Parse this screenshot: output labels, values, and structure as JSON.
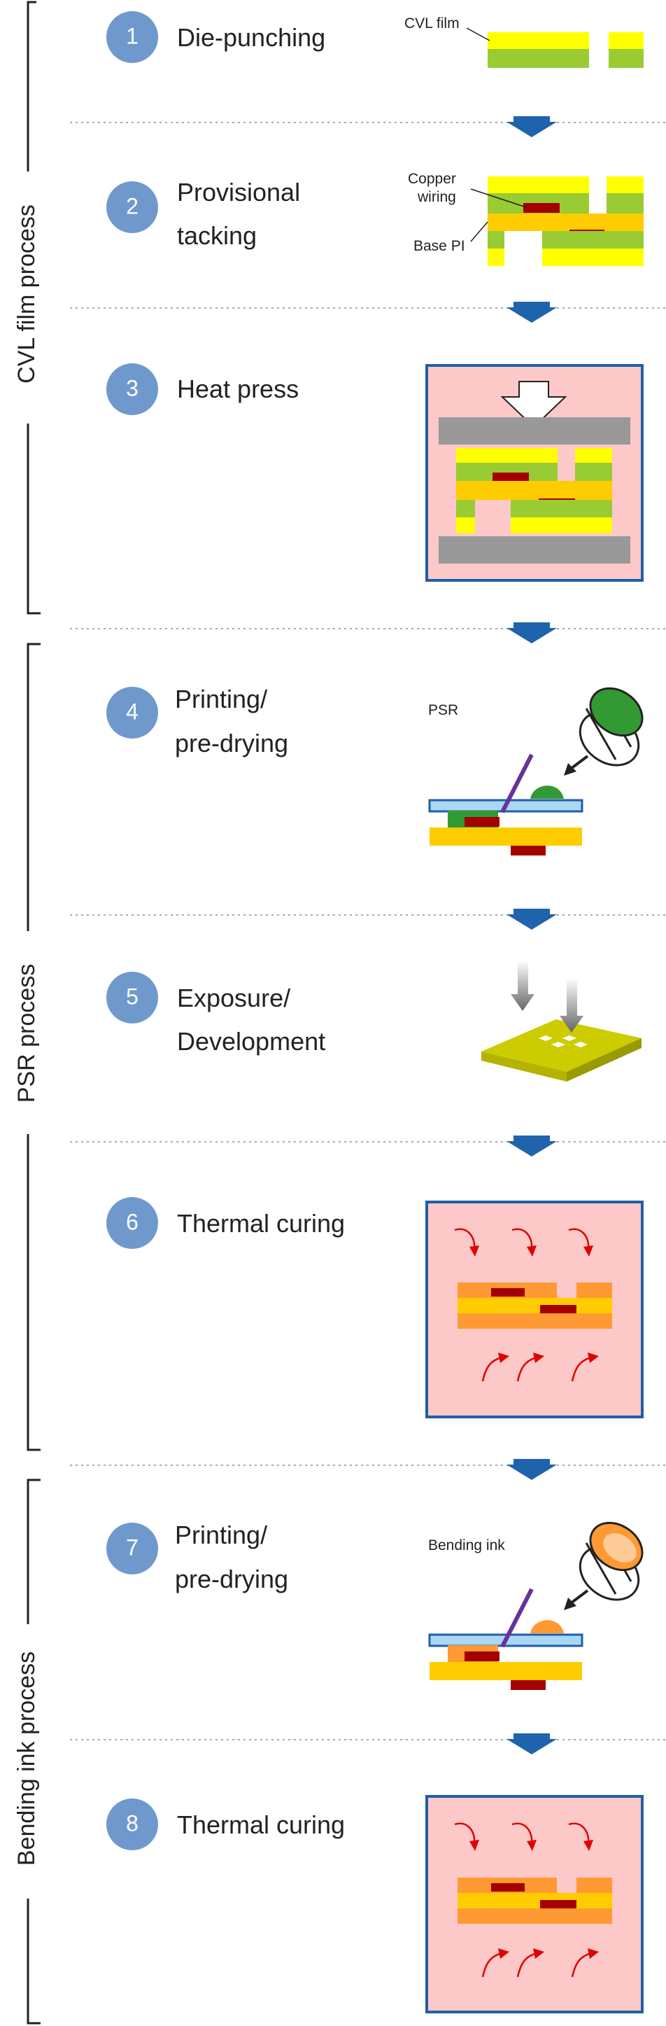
{
  "process_groups": [
    {
      "label": "CVL film process"
    },
    {
      "label": "PSR process"
    },
    {
      "label": "Bending ink process"
    }
  ],
  "steps": [
    {
      "number": "1",
      "title_lines": [
        "Die-punching"
      ]
    },
    {
      "number": "2",
      "title_lines": [
        "Provisional",
        "tacking"
      ]
    },
    {
      "number": "3",
      "title_lines": [
        "Heat press"
      ]
    },
    {
      "number": "4",
      "title_lines": [
        "Printing/",
        "pre-drying"
      ]
    },
    {
      "number": "5",
      "title_lines": [
        "Exposure/",
        "Development"
      ]
    },
    {
      "number": "6",
      "title_lines": [
        "Thermal curing"
      ]
    },
    {
      "number": "7",
      "title_lines": [
        "Printing/",
        "pre-drying"
      ]
    },
    {
      "number": "8",
      "title_lines": [
        "Thermal curing"
      ]
    }
  ],
  "annotations": {
    "cvl_film": "CVL film",
    "copper_wiring_line1": "Copper",
    "copper_wiring_line2": "wiring",
    "base_pi": "Base PI",
    "psr": "PSR",
    "bending_ink": "Bending ink"
  },
  "colors": {
    "badge": "#6f99cc",
    "flow_arrow": "#1f63ad",
    "cvl_yellow": "#ffff00",
    "cvl_green": "#99cc33",
    "base_orange": "#ffcc00",
    "copper": "#a50000",
    "chamber_fill": "#fcc8c8",
    "chamber_border": "#1f5fa5",
    "press_plate": "#999999",
    "psr_green": "#339933",
    "bending_orange": "#ff9933",
    "heat_arrow": "#e00000",
    "squeegee": "#663399",
    "screen_blue": "#a9d7f5",
    "exposure_board": "#cccc00"
  },
  "icons": [
    "down-arrow-icon",
    "press-arrow-icon",
    "squeegee-icon",
    "ink-cup-icon",
    "heat-arrow-icon",
    "uv-light-arrow-icon"
  ]
}
